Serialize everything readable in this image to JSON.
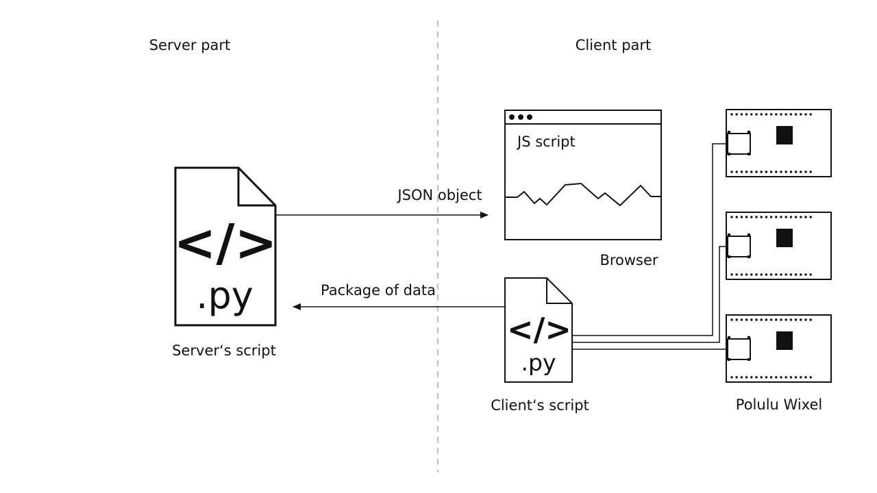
{
  "sections": {
    "server": "Server part",
    "client": "Client part"
  },
  "server_file": {
    "tag": "</>",
    "ext": ".py",
    "caption": "Server‘s script"
  },
  "client_file": {
    "tag": "</>",
    "ext": ".py",
    "caption": "Client‘s script"
  },
  "browser": {
    "content": "JS script",
    "caption": "Browser"
  },
  "arrows": {
    "json": "JSON object",
    "package": "Package of data"
  },
  "devices": {
    "caption": "Polulu Wixel"
  }
}
